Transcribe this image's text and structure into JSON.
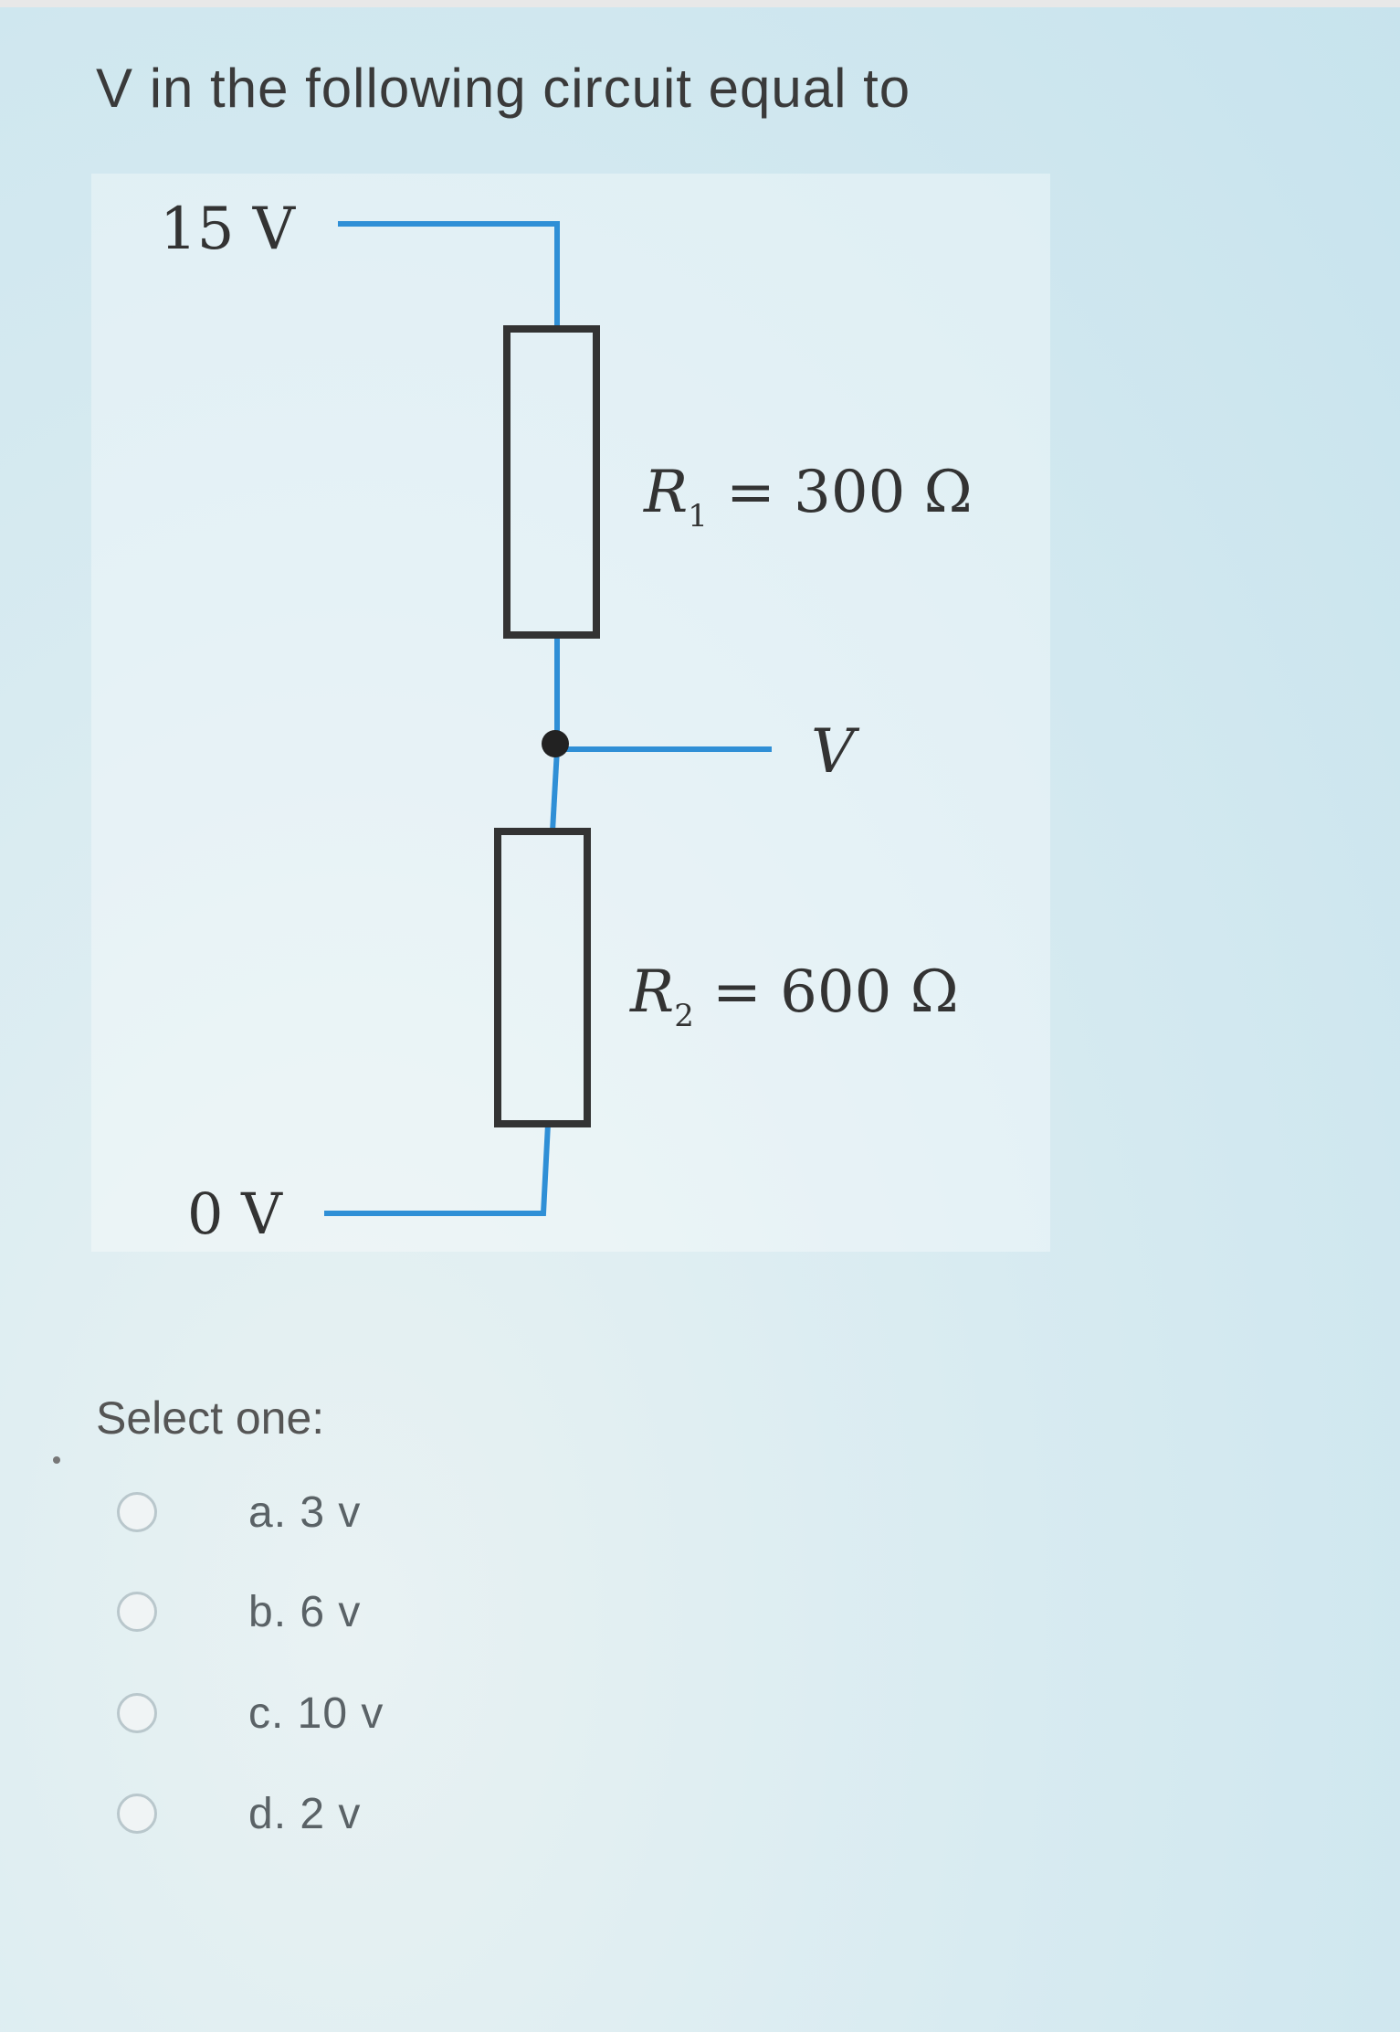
{
  "question": {
    "text": "V in the following circuit equal to"
  },
  "circuit": {
    "top_voltage": "15 V",
    "bottom_voltage": "0 V",
    "r1_label": "R",
    "r1_subscript": "1",
    "r1_value": " = 300 Ω",
    "r2_label": "R",
    "r2_subscript": "2",
    "r2_value": " = 600 Ω",
    "output_label": "V",
    "wire_color": "#2f8fd6",
    "resistor_color": "#333333"
  },
  "answers": {
    "prompt": "Select one:",
    "options": [
      {
        "label": "a. 3 v"
      },
      {
        "label": "b. 6 v"
      },
      {
        "label": "c. 10 v"
      },
      {
        "label": "d. 2 v"
      }
    ]
  }
}
